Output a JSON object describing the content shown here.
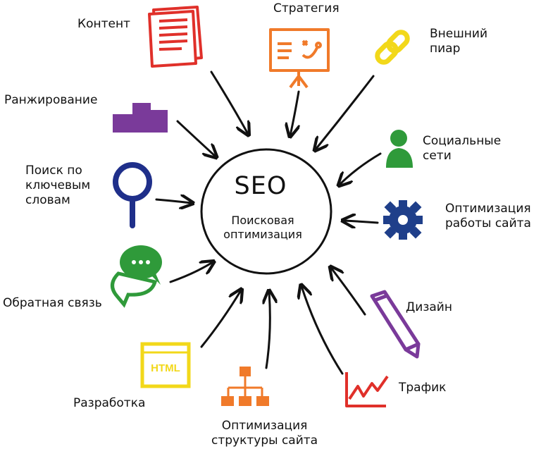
{
  "center": {
    "title": "SEO",
    "subtitle_line1": "Поисковая",
    "subtitle_line2": "оптимизация"
  },
  "items": [
    {
      "id": "content",
      "lines": [
        "Контент"
      ],
      "icon": "document-icon",
      "color": "#e0302a"
    },
    {
      "id": "strategy",
      "lines": [
        "Стратегия"
      ],
      "icon": "presentation-board-icon",
      "color": "#f07a2a"
    },
    {
      "id": "external-pr",
      "lines": [
        "Внешний",
        "пиар"
      ],
      "icon": "chain-link-icon",
      "color": "#f2d81a"
    },
    {
      "id": "ranking",
      "lines": [
        "Ранжирование"
      ],
      "icon": "podium-icon",
      "color": "#7a3a9a"
    },
    {
      "id": "social",
      "lines": [
        "Социальные",
        "сети"
      ],
      "icon": "user-icon",
      "color": "#2f9a3a"
    },
    {
      "id": "keywords",
      "lines": [
        "Поиск по",
        "ключевым",
        "словам"
      ],
      "icon": "magnifier-icon",
      "color": "#1f2f8a"
    },
    {
      "id": "site-optimization",
      "lines": [
        "Оптимизация",
        "работы сайта"
      ],
      "icon": "gear-icon",
      "color": "#1f3f8a"
    },
    {
      "id": "feedback",
      "lines": [
        "Обратная связь"
      ],
      "icon": "chat-bubbles-icon",
      "color": "#2f9a3a"
    },
    {
      "id": "design",
      "lines": [
        "Дизайн"
      ],
      "icon": "pencil-icon",
      "color": "#7a3a9a"
    },
    {
      "id": "development",
      "lines": [
        "Разработка"
      ],
      "icon": "html-icon",
      "color": "#f2d81a"
    },
    {
      "id": "structure",
      "lines": [
        "Оптимизация",
        "структуры сайта"
      ],
      "icon": "sitemap-icon",
      "color": "#f07a2a"
    },
    {
      "id": "traffic",
      "lines": [
        "Трафик"
      ],
      "icon": "line-chart-icon",
      "color": "#e0302a"
    }
  ],
  "html_icon_text": "HTML",
  "arrow_color": "#111111"
}
